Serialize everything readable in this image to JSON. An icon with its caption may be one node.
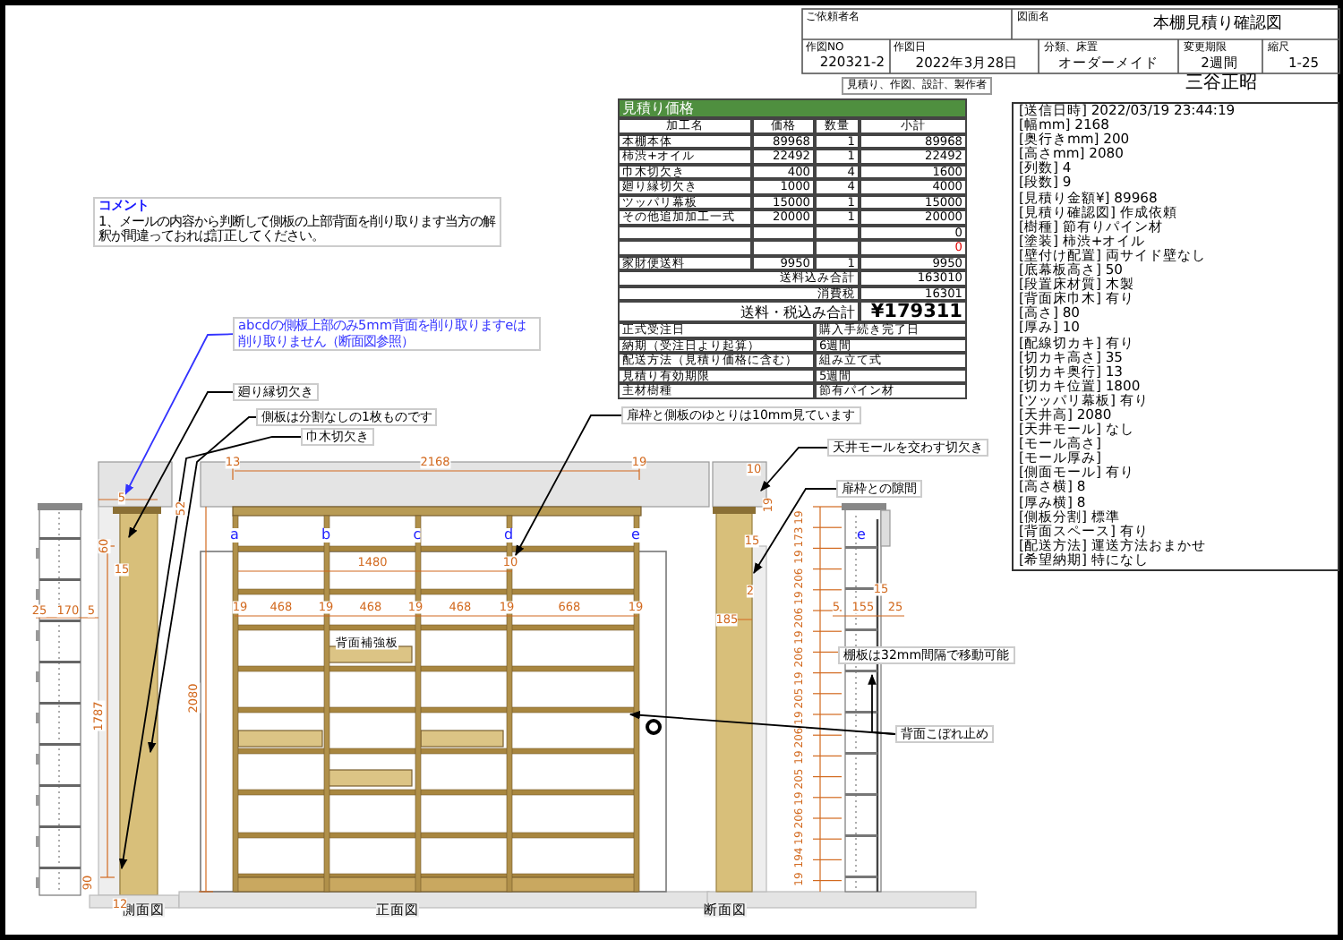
{
  "diagram": {
    "title": "本棚見積り確認図",
    "nodes": [
      {
        "text": [
          "コメント",
          "1、メールの内容から判断して側板の上部背面を削り取ります当方の解釈が間違っておれば訂正してください。"
        ]
      },
      {
        "text": [
          "abcdの側板上部のみ5mm背面を削り取りますeは削り取りません（断面図参照）"
        ]
      },
      {
        "text": [
          "廻り縁切欠き"
        ]
      },
      {
        "text": [
          "側板は分割なしの1枚ものです"
        ]
      },
      {
        "text": [
          "巾木切欠き"
        ]
      },
      {
        "text": [
          "扉枠と側板のゆとりは10mm見ています"
        ]
      },
      {
        "text": [
          "天井モールを交わす切欠き"
        ]
      },
      {
        "text": [
          "扉枠との隙間"
        ]
      },
      {
        "text": [
          "棚板は32mm間隔で移動可能"
        ]
      },
      {
        "text": [
          "背面こぼれ止め"
        ]
      },
      {
        "text": [
          "[送信日時] 2022/03/19 23:44:19",
          "[幅mm] 2168",
          "[奥行きmm] 200",
          "[高さmm] 2080",
          "[列数] 4",
          "[段数] 9",
          "[見積り金額¥] 89968",
          "[見積り確認図] 作成依頼",
          "[樹種] 節有りパイン材",
          "[塗装] 柿渋+オイル",
          "[壁付け配置] 両サイド壁なし",
          "[底幕板高さ] 50",
          "[段置床材質] 木製",
          "[背面床巾木] 有り",
          "[高さ] 80",
          "[厚み] 10",
          "[配線切カキ] 有り",
          "[切カキ高さ] 35",
          "[切カキ奥行] 13",
          "[切カキ位置] 1800",
          "[ツッパリ幕板] 有り",
          "[天井高] 2080",
          "[天井モール] なし",
          "[モール高さ]",
          "[モール厚み]",
          "[側面モール] 有り",
          "[高さ横] 8",
          "[厚み横] 8",
          "[側板分割] 標準",
          "[背面スペース] 有り",
          "[配送方法] 運送方法おまかせ",
          "[希望納期] 特になし"
        ]
      },
      {
        "text": [],
        "shape": "picture"
      },
      {
        "text": [],
        "shape": "picture"
      },
      {
        "text": [],
        "shape": "picture"
      }
    ],
    "edges": [
      {
        "from": 1,
        "to": 11,
        "arrow": "to",
        "color": "#3333ff"
      },
      {
        "from": 2,
        "to": 11,
        "arrow": "to"
      },
      {
        "from": 3,
        "to": 11,
        "arrow": "to"
      },
      {
        "from": 4,
        "to": 11,
        "arrow": "to"
      },
      {
        "from": 5,
        "to": 12,
        "arrow": "to"
      },
      {
        "from": 6,
        "to": 13,
        "arrow": "to"
      },
      {
        "from": 7,
        "to": 13,
        "arrow": "to"
      },
      {
        "from": 9,
        "to": 13,
        "arrow": "to"
      },
      {
        "from": 9,
        "to": 12,
        "arrow": "to"
      }
    ],
    "labels": [
      "ご依頼者名",
      "図面名",
      "作図NO",
      "220321-2",
      "作図日",
      "2022年3月28日",
      "分類、床置",
      "オーダーメイド",
      "変更期限",
      "2週間",
      "縮尺",
      "1-25",
      "見積り、作図、設計、製作者",
      "三谷正昭",
      "見積り価格",
      "加工名",
      "価格",
      "数量",
      "小計",
      "本棚本体",
      "89968",
      "1",
      "89968",
      "柿渋+オイル",
      "22492",
      "1",
      "22492",
      "巾木切欠き",
      "400",
      "4",
      "1600",
      "廻り縁切欠き",
      "1000",
      "4",
      "4000",
      "ツッパリ幕板",
      "15000",
      "1",
      "15000",
      "その他追加加工一式",
      "20000",
      "1",
      "20000",
      "0",
      "0",
      "家財便送料",
      "9950",
      "1",
      "9950",
      "送料込み合計",
      "163010",
      "消費税",
      "16301",
      "送料・税込み合計",
      "¥179311",
      "正式受注日",
      "購入手続き完了日",
      "納期（受注日より起算）",
      "6週間",
      "配送方法（見積り価格に含む）",
      "組み立て式",
      "見積り有効期限",
      "5週間",
      "主材樹種",
      "節有パイン材",
      "側面図",
      "正面図",
      "断面図",
      "背面補強板",
      "a",
      "b",
      "c",
      "d",
      "e",
      "e",
      "5",
      "52",
      "60",
      "15",
      "25",
      "170",
      "5",
      "1787",
      "90",
      "12",
      "13",
      "2168",
      "19",
      "2080",
      "1480",
      "10",
      "19",
      "468",
      "19",
      "468",
      "19",
      "468",
      "19",
      "668",
      "19",
      "10",
      "19",
      "15",
      "2",
      "185",
      "5",
      "155",
      "25",
      "15",
      "19",
      "173",
      "19",
      "206",
      "19",
      "206",
      "19",
      "206",
      "19",
      "205",
      "19",
      "206",
      "19",
      "205",
      "19",
      "206",
      "19",
      "194",
      "19"
    ]
  }
}
